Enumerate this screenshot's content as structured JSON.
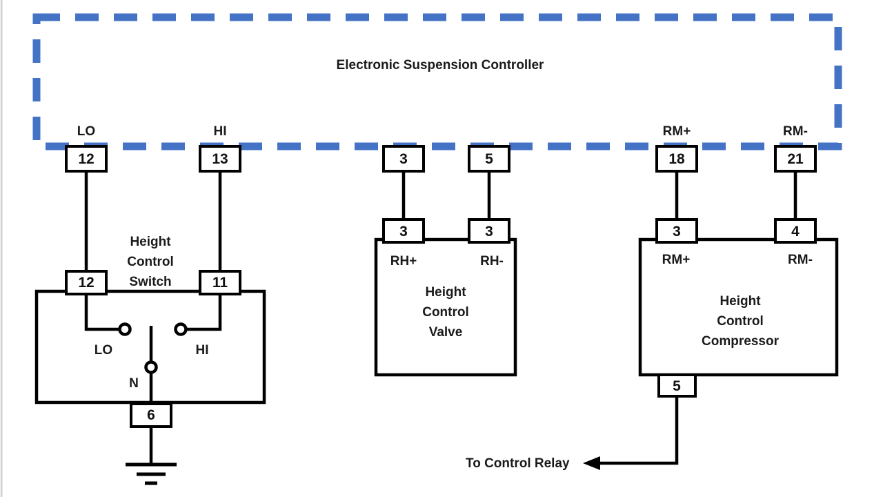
{
  "diagram": {
    "title": "Electronic Suspension Controller",
    "controller": {
      "label": "Electronic Suspension Controller",
      "border_color": "#4472C4",
      "terminals": [
        {
          "name": "LO",
          "pin": "12"
        },
        {
          "name": "HI",
          "pin": "13"
        },
        {
          "name": "",
          "pin": "3"
        },
        {
          "name": "",
          "pin": "5"
        },
        {
          "name": "RM+",
          "pin": "18"
        },
        {
          "name": "RM-",
          "pin": "21"
        }
      ]
    },
    "height_control_switch": {
      "label_line1": "Height",
      "label_line2": "Control",
      "label_line3": "Switch",
      "top_pins": [
        {
          "pin": "12"
        },
        {
          "pin": "11"
        }
      ],
      "contacts": [
        {
          "label": "LO"
        },
        {
          "label": "HI"
        },
        {
          "label": "N"
        }
      ],
      "ground_pin": "6",
      "ground_symbol": "earth-ground"
    },
    "height_control_valve": {
      "label_line1": "Height",
      "label_line2": "Control",
      "label_line3": "Valve",
      "top_pins": [
        {
          "pin": "3",
          "terminal": "RH+"
        },
        {
          "pin": "3",
          "terminal": "RH-"
        }
      ]
    },
    "height_control_compressor": {
      "label_line1": "Height",
      "label_line2": "Control",
      "label_line3": "Compressor",
      "top_pins": [
        {
          "pin": "3",
          "terminal": "RM+"
        },
        {
          "pin": "4",
          "terminal": "RM-"
        }
      ],
      "bottom_pin": "5",
      "output_label": "To Control Relay"
    },
    "colors": {
      "wire": "#000000",
      "controller_dash": "#4472C4",
      "text": "#1a1a1a",
      "background": "#FFFFFF"
    }
  }
}
